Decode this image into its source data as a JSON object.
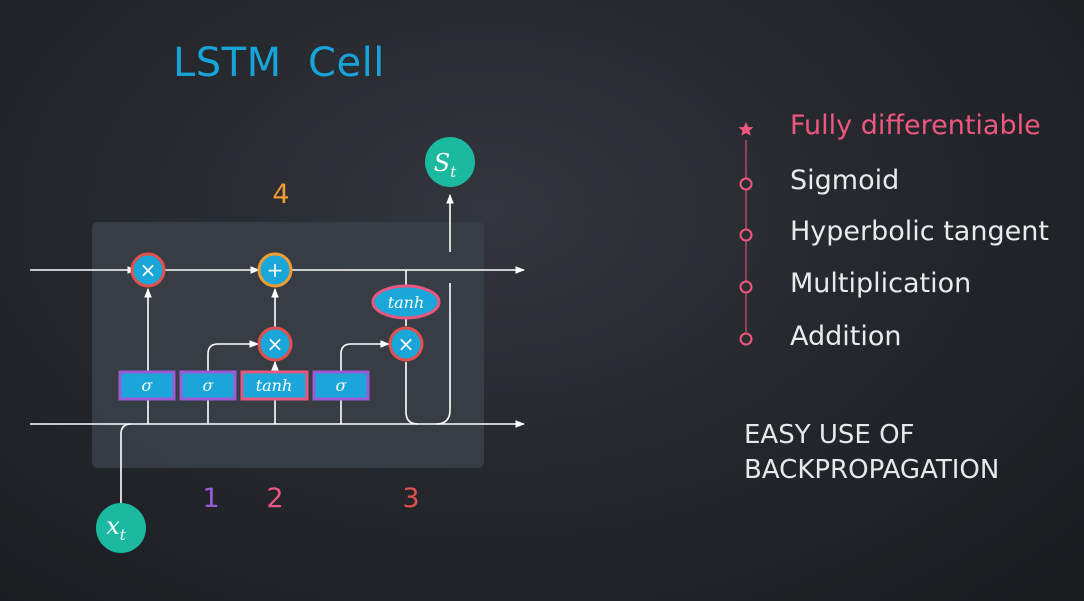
{
  "title": "LSTM  Cell",
  "diagram": {
    "output_label": "S",
    "output_subscript": "t",
    "input_label": "x",
    "input_subscript": "t",
    "gate_labels": [
      "σ",
      "σ",
      "tanh",
      "σ"
    ],
    "tanh_label": "tanh",
    "op_multiply": "×",
    "op_add": "+",
    "step_numbers": [
      "1",
      "2",
      "3",
      "4"
    ],
    "colors": {
      "teal": "#1ab9a0",
      "cyan": "#1aa6d8",
      "red": "#e2504e",
      "orange": "#f19b33",
      "purple": "#9b5bd6",
      "pink": "#e7577f",
      "cell_box": "#3a3f47"
    }
  },
  "features": {
    "items": [
      {
        "label": "Fully differentiable",
        "marker": "star"
      },
      {
        "label": "Sigmoid",
        "marker": "circle"
      },
      {
        "label": "Hyperbolic tangent",
        "marker": "circle"
      },
      {
        "label": "Multiplication",
        "marker": "circle"
      },
      {
        "label": "Addition",
        "marker": "circle"
      }
    ]
  },
  "footnote": {
    "line1": "EASY USE OF",
    "line2": "BACKPROPAGATION"
  }
}
